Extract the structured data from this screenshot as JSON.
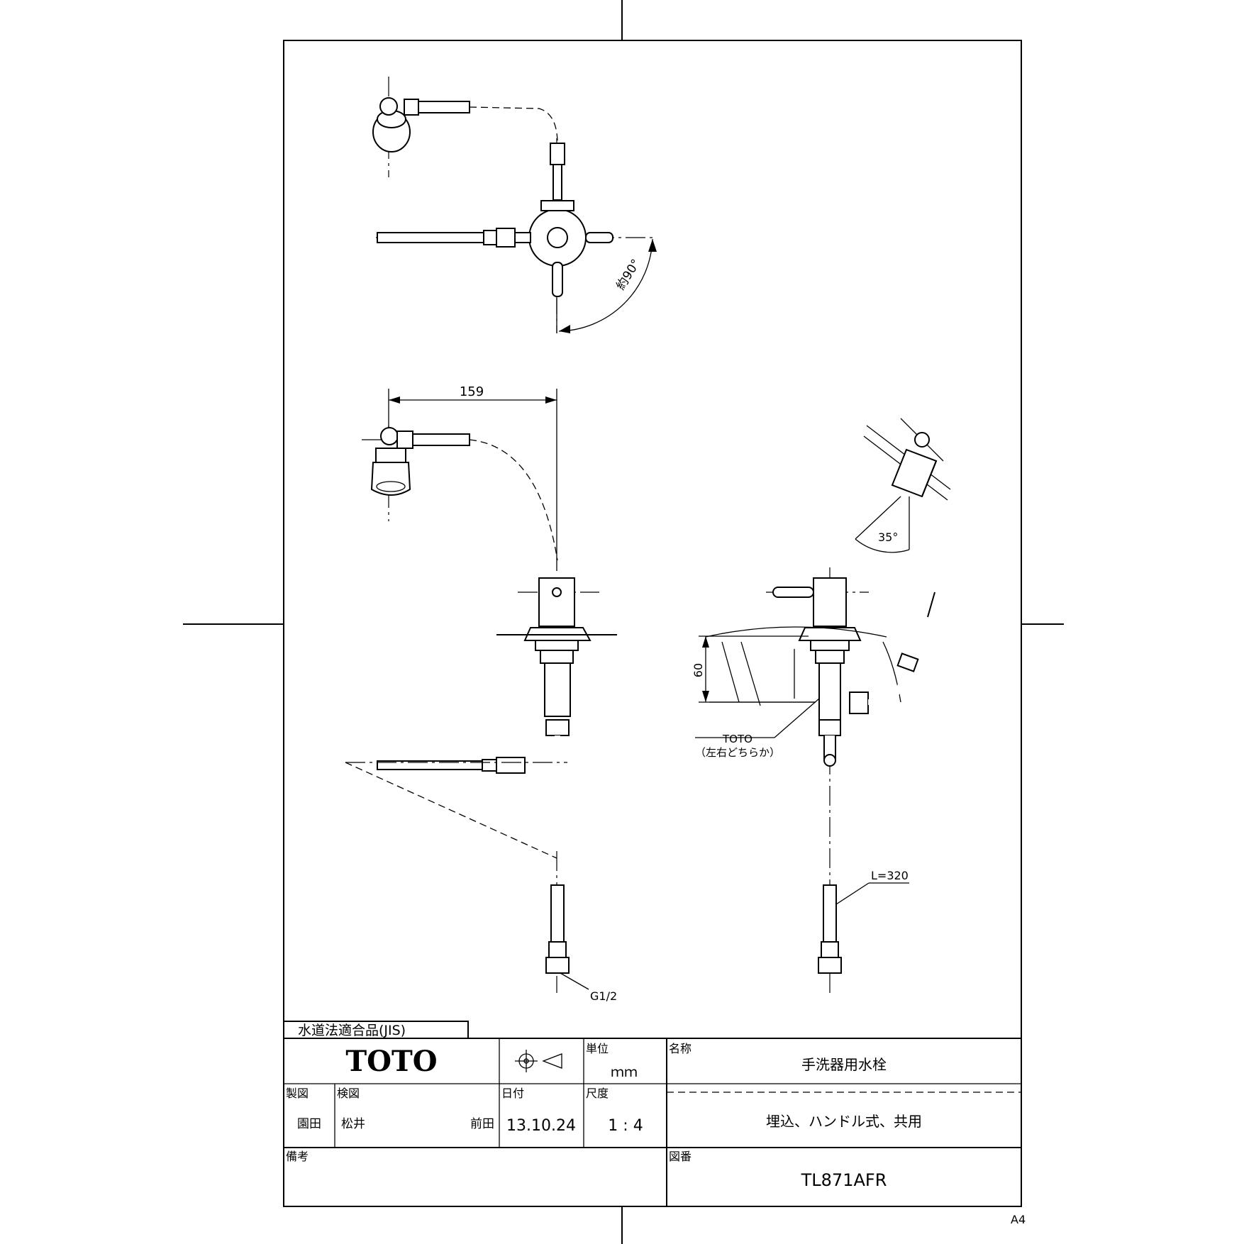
{
  "sheet": {
    "paper_size": "A4"
  },
  "views": {
    "top": {
      "angle_label": "約90°"
    },
    "front": {
      "width_dimension": "159",
      "thread_label": "G1/2"
    },
    "side": {
      "tilt_angle_label": "35°",
      "height_dimension": "60",
      "brand_note": "TOTO",
      "side_note": "（左右どちらか）",
      "hose_length": "L=320"
    }
  },
  "title_block": {
    "compliance": "水道法適合品(JIS)",
    "brand": "TOTO",
    "unit_label": "単位",
    "unit_value": "ｍｍ",
    "name_label": "名称",
    "product_name": "手洗器用水栓",
    "product_spec": "埋込、ハンドル式、共用",
    "drafter_label": "製図",
    "drafter": "園田",
    "checker_label": "検図",
    "checker": "松井",
    "approver": "前田",
    "date_label": "日付",
    "date": "13.10.24",
    "scale_label": "尺度",
    "scale": "1 : 4",
    "remarks_label": "備考",
    "drawing_no_label": "図番",
    "drawing_no": "TL871AFR"
  }
}
